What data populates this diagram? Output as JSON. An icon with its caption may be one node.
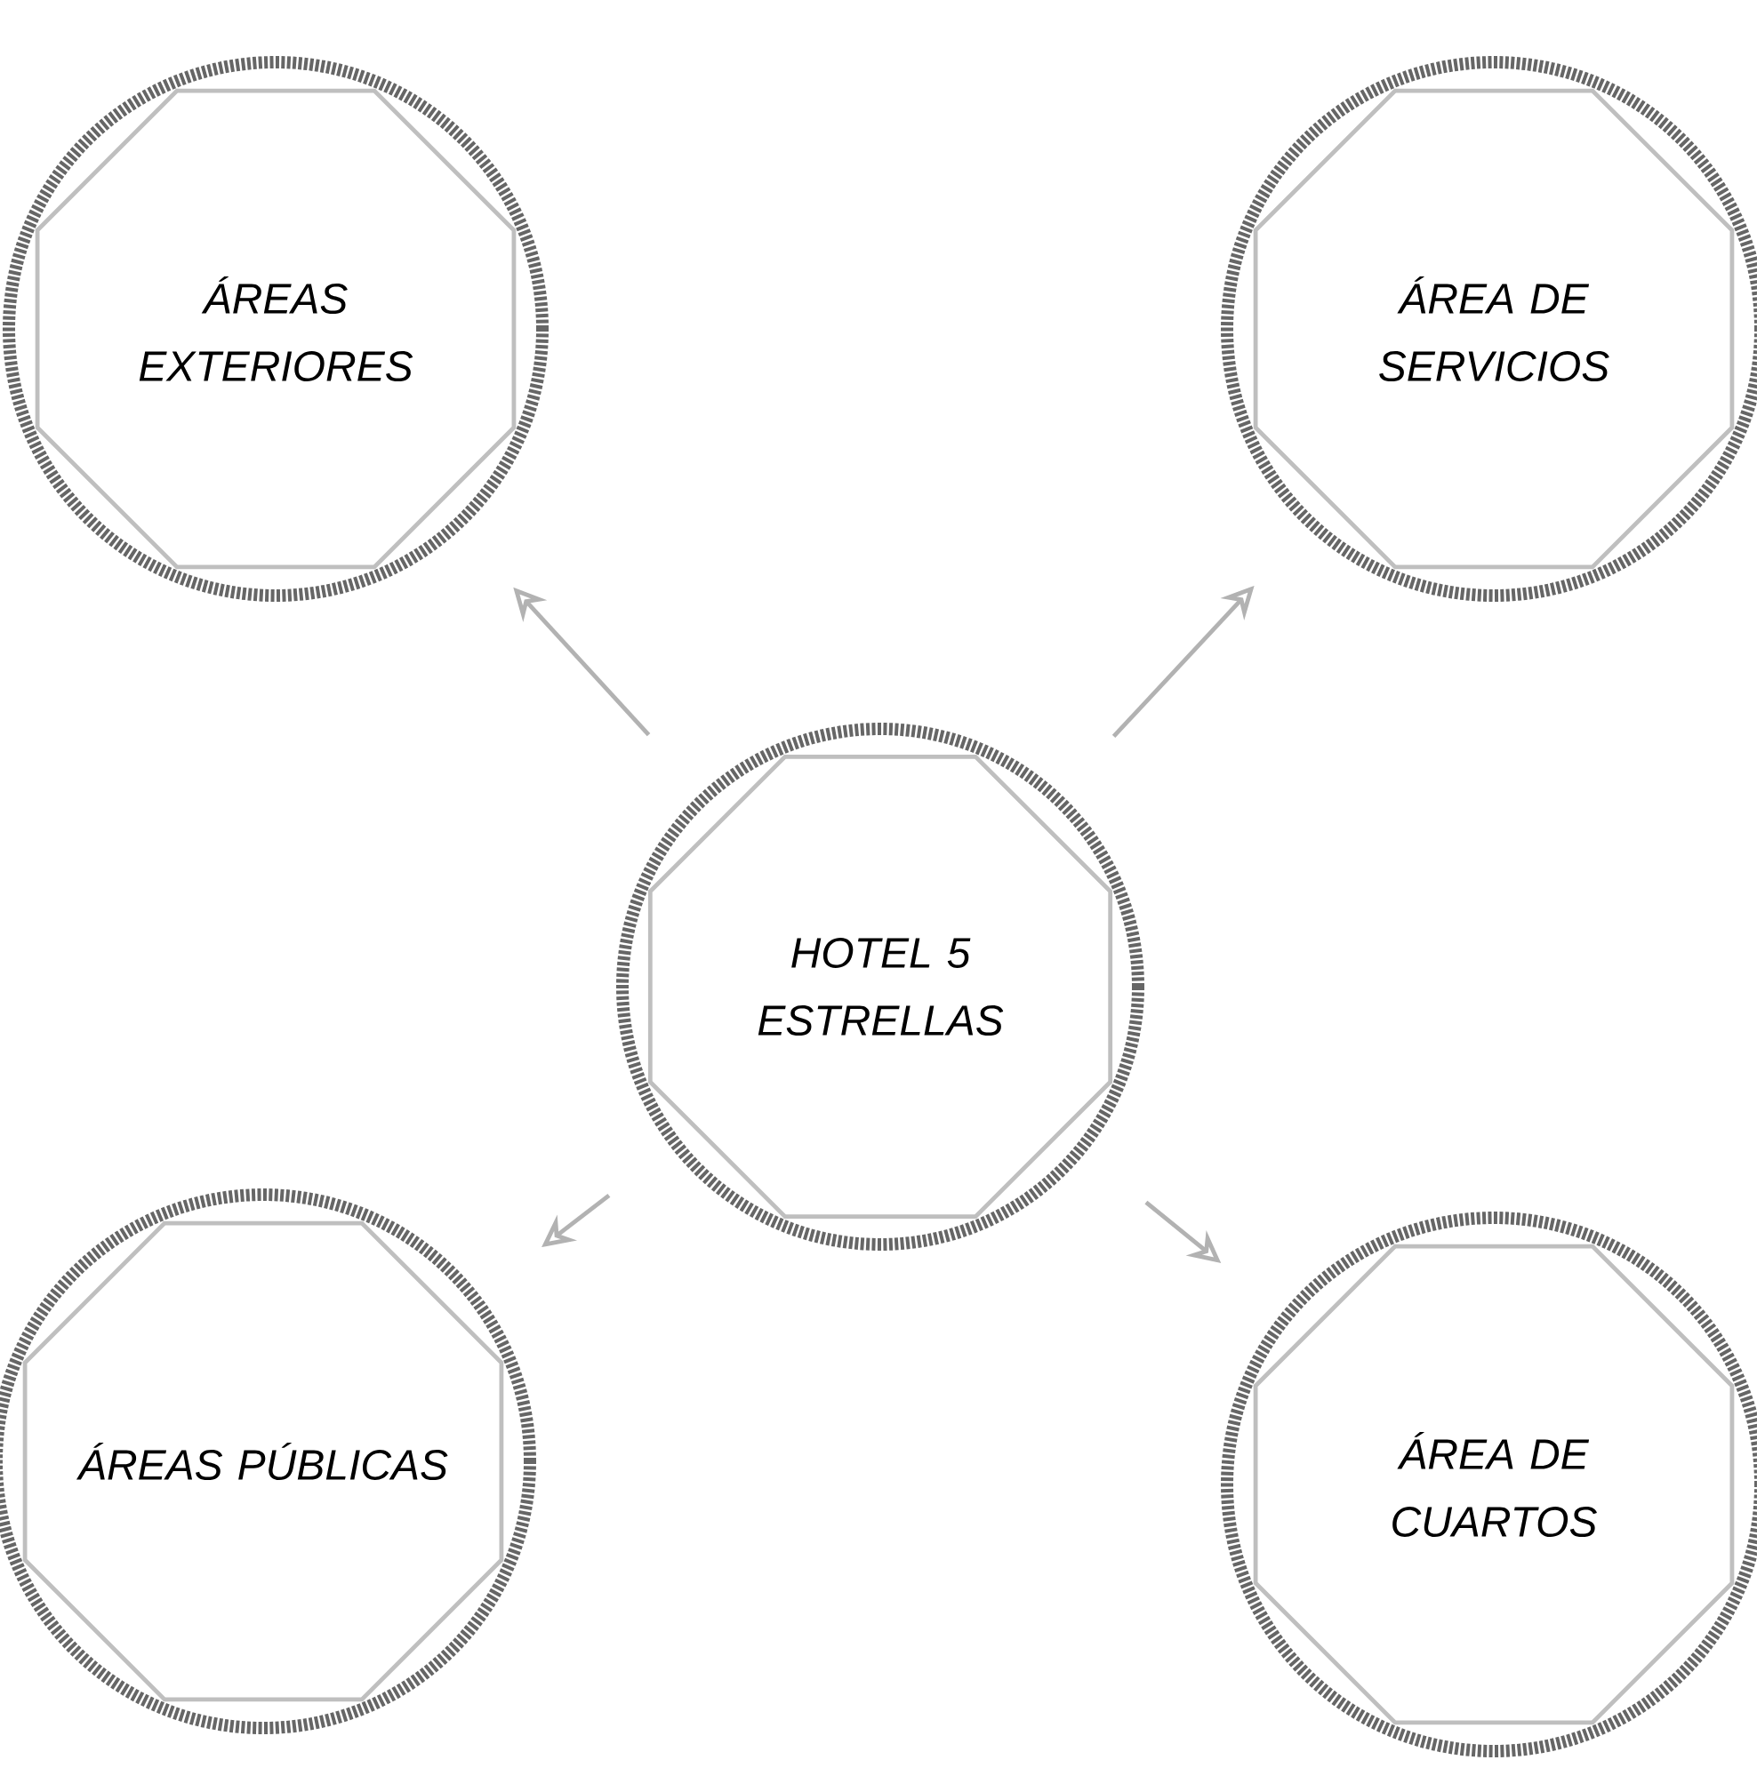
{
  "diagram": {
    "nodes": [
      {
        "text": [
          "ÁREAS EXTERIORES"
        ]
      },
      {
        "text": [
          "ÁREA DE SERVICIOS"
        ]
      },
      {
        "text": [
          "HOTEL 5 ESTRELLAS"
        ]
      },
      {
        "text": [
          "ÁREAS PÚBLICAS"
        ]
      },
      {
        "text": [
          "ÁREA DE CUARTOS"
        ]
      }
    ],
    "edges": [
      {
        "from": 2,
        "to": 0,
        "arrow": "to"
      },
      {
        "from": 2,
        "to": 1,
        "arrow": "to"
      },
      {
        "from": 2,
        "to": 3,
        "arrow": "to"
      },
      {
        "from": 2,
        "to": 4,
        "arrow": "to"
      }
    ]
  }
}
